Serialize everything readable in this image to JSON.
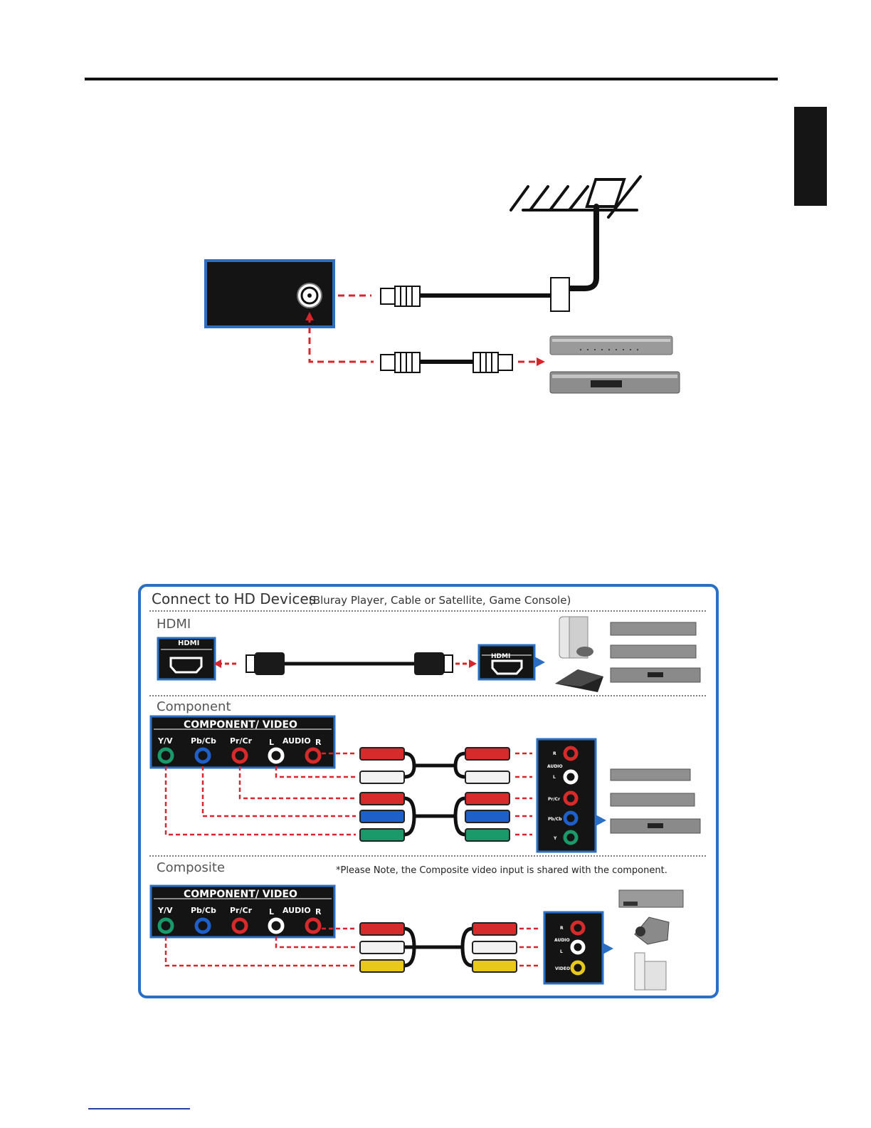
{
  "panel": {
    "title": "Connect to HD Devices",
    "title_sub": "(Bluray Player, Cable or Satellite, Game Console)",
    "hdmi": {
      "section_label": "HDMI",
      "port_label_left": "HDMI",
      "port_label_right": "HDMI"
    },
    "component": {
      "section_label": "Component",
      "jack_panel_title": "COMPONENT/ VIDEO",
      "jacks": [
        "Y/V",
        "Pb/Cb",
        "Pr/Cr",
        "L",
        "AUDIO",
        "R"
      ],
      "device_jacks": [
        "R",
        "AUDIO",
        "L",
        "Pr/Cr",
        "Pb/Cb",
        "Y"
      ]
    },
    "composite": {
      "section_label": "Composite",
      "note": "*Please Note, the Composite video input is shared with the component.",
      "jack_panel_title": "COMPONENT/ VIDEO",
      "jacks": [
        "Y/V",
        "Pb/Cb",
        "Pr/Cr",
        "L",
        "AUDIO",
        "R"
      ],
      "device_jacks": [
        "R",
        "AUDIO",
        "L",
        "VIDEO"
      ]
    }
  },
  "colors": {
    "frame_blue": "#2a6fc4",
    "panel_dark": "#141414",
    "arrow_red": "#d9242b",
    "jack_green": "#1a9a6a",
    "jack_blue": "#1f5fc8",
    "jack_red": "#d72a2a",
    "jack_yellow": "#e8c81a"
  }
}
